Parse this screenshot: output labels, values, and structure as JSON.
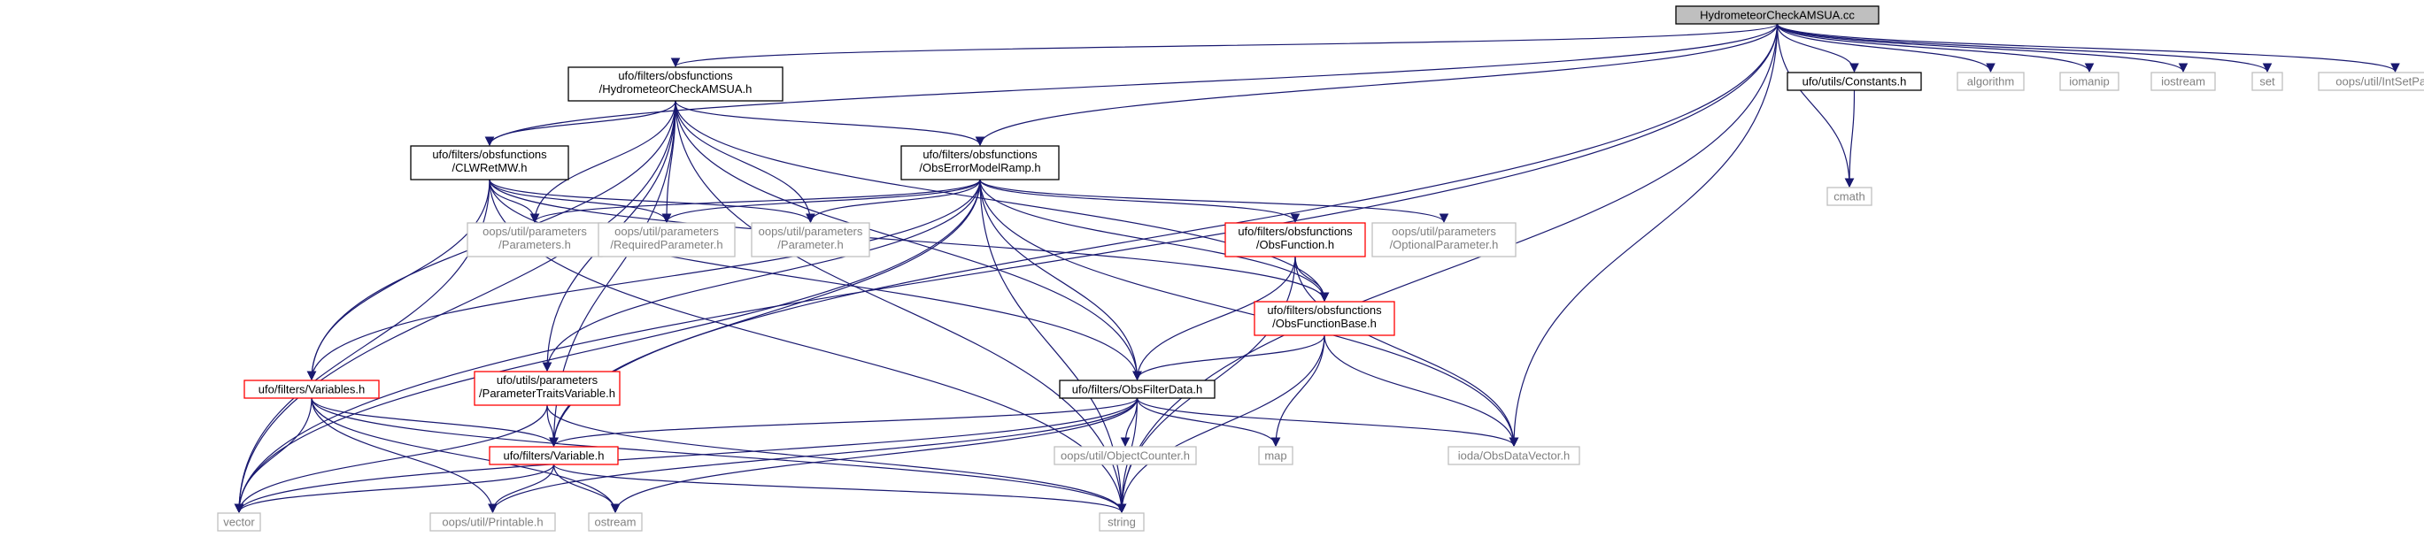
{
  "graph": {
    "nodes": [
      {
        "id": "root",
        "lines": [
          "HydrometeorCheckAMSUA.cc"
        ],
        "style": "root"
      },
      {
        "id": "hdr",
        "lines": [
          "ufo/filters/obsfunctions",
          "/HydrometeorCheckAMSUA.h"
        ],
        "style": "std"
      },
      {
        "id": "constants",
        "lines": [
          "ufo/utils/Constants.h"
        ],
        "style": "std"
      },
      {
        "id": "algorithm",
        "lines": [
          "algorithm"
        ],
        "style": "grey"
      },
      {
        "id": "iomanip",
        "lines": [
          "iomanip"
        ],
        "style": "grey"
      },
      {
        "id": "iostream",
        "lines": [
          "iostream"
        ],
        "style": "grey"
      },
      {
        "id": "set",
        "lines": [
          "set"
        ],
        "style": "grey"
      },
      {
        "id": "intsetparser",
        "lines": [
          "oops/util/IntSetParser.h"
        ],
        "style": "grey"
      },
      {
        "id": "clwretmw",
        "lines": [
          "ufo/filters/obsfunctions",
          "/CLWRetMW.h"
        ],
        "style": "std"
      },
      {
        "id": "obserrmodelramp",
        "lines": [
          "ufo/filters/obsfunctions",
          "/ObsErrorModelRamp.h"
        ],
        "style": "std"
      },
      {
        "id": "cmath",
        "lines": [
          "cmath"
        ],
        "style": "grey"
      },
      {
        "id": "parameters",
        "lines": [
          "oops/util/parameters",
          "/Parameters.h"
        ],
        "style": "grey"
      },
      {
        "id": "requiredparam",
        "lines": [
          "oops/util/parameters",
          "/RequiredParameter.h"
        ],
        "style": "grey"
      },
      {
        "id": "parameter",
        "lines": [
          "oops/util/parameters",
          "/Parameter.h"
        ],
        "style": "grey"
      },
      {
        "id": "obsfunction",
        "lines": [
          "ufo/filters/obsfunctions",
          "/ObsFunction.h"
        ],
        "style": "red"
      },
      {
        "id": "optionalparam",
        "lines": [
          "oops/util/parameters",
          "/OptionalParameter.h"
        ],
        "style": "grey"
      },
      {
        "id": "obsfunctionbase",
        "lines": [
          "ufo/filters/obsfunctions",
          "/ObsFunctionBase.h"
        ],
        "style": "red"
      },
      {
        "id": "variables",
        "lines": [
          "ufo/filters/Variables.h"
        ],
        "style": "red"
      },
      {
        "id": "paramtraitsvar",
        "lines": [
          "ufo/utils/parameters",
          "/ParameterTraitsVariable.h"
        ],
        "style": "red"
      },
      {
        "id": "obsfilterdata",
        "lines": [
          "ufo/filters/ObsFilterData.h"
        ],
        "style": "std"
      },
      {
        "id": "variable",
        "lines": [
          "ufo/filters/Variable.h"
        ],
        "style": "red"
      },
      {
        "id": "objectcounter",
        "lines": [
          "oops/util/ObjectCounter.h"
        ],
        "style": "grey"
      },
      {
        "id": "map",
        "lines": [
          "map"
        ],
        "style": "grey"
      },
      {
        "id": "obsdatavector",
        "lines": [
          "ioda/ObsDataVector.h"
        ],
        "style": "grey"
      },
      {
        "id": "vector",
        "lines": [
          "vector"
        ],
        "style": "grey"
      },
      {
        "id": "printable",
        "lines": [
          "oops/util/Printable.h"
        ],
        "style": "grey"
      },
      {
        "id": "ostream",
        "lines": [
          "ostream"
        ],
        "style": "grey"
      },
      {
        "id": "string",
        "lines": [
          "string"
        ],
        "style": "grey"
      }
    ],
    "edges": [
      [
        "root",
        "hdr"
      ],
      [
        "root",
        "constants"
      ],
      [
        "root",
        "algorithm"
      ],
      [
        "root",
        "iomanip"
      ],
      [
        "root",
        "iostream"
      ],
      [
        "root",
        "set"
      ],
      [
        "root",
        "intsetparser"
      ],
      [
        "root",
        "clwretmw"
      ],
      [
        "root",
        "obserrmodelramp"
      ],
      [
        "root",
        "cmath"
      ],
      [
        "root",
        "obsdatavector"
      ],
      [
        "root",
        "string"
      ],
      [
        "root",
        "vector"
      ],
      [
        "root",
        "variable"
      ],
      [
        "hdr",
        "clwretmw"
      ],
      [
        "hdr",
        "obserrmodelramp"
      ],
      [
        "hdr",
        "parameters"
      ],
      [
        "hdr",
        "requiredparam"
      ],
      [
        "hdr",
        "parameter"
      ],
      [
        "hdr",
        "obsfilterdata"
      ],
      [
        "hdr",
        "obsfunctionbase"
      ],
      [
        "hdr",
        "variables"
      ],
      [
        "hdr",
        "paramtraitsvar"
      ],
      [
        "hdr",
        "variable"
      ],
      [
        "hdr",
        "vector"
      ],
      [
        "hdr",
        "string"
      ],
      [
        "constants",
        "cmath"
      ],
      [
        "clwretmw",
        "parameters"
      ],
      [
        "clwretmw",
        "requiredparam"
      ],
      [
        "clwretmw",
        "parameter"
      ],
      [
        "clwretmw",
        "obsfunctionbase"
      ],
      [
        "clwretmw",
        "obsfilterdata"
      ],
      [
        "clwretmw",
        "variables"
      ],
      [
        "clwretmw",
        "vector"
      ],
      [
        "clwretmw",
        "string"
      ],
      [
        "obserrmodelramp",
        "parameters"
      ],
      [
        "obserrmodelramp",
        "requiredparam"
      ],
      [
        "obserrmodelramp",
        "parameter"
      ],
      [
        "obserrmodelramp",
        "obsfunction"
      ],
      [
        "obserrmodelramp",
        "optionalparam"
      ],
      [
        "obserrmodelramp",
        "obsfunctionbase"
      ],
      [
        "obserrmodelramp",
        "obsfilterdata"
      ],
      [
        "obserrmodelramp",
        "obsdatavector"
      ],
      [
        "obserrmodelramp",
        "variables"
      ],
      [
        "obserrmodelramp",
        "paramtraitsvar"
      ],
      [
        "obserrmodelramp",
        "variable"
      ],
      [
        "obserrmodelramp",
        "vector"
      ],
      [
        "obserrmodelramp",
        "string"
      ],
      [
        "obsfunction",
        "obsfunctionbase"
      ],
      [
        "obsfunction",
        "obsfilterdata"
      ],
      [
        "obsfunction",
        "obsdatavector"
      ],
      [
        "obsfunction",
        "string"
      ],
      [
        "obsfunctionbase",
        "obsfilterdata"
      ],
      [
        "obsfunctionbase",
        "map"
      ],
      [
        "obsfunctionbase",
        "obsdatavector"
      ],
      [
        "obsfunctionbase",
        "string"
      ],
      [
        "variables",
        "variable"
      ],
      [
        "variables",
        "vector"
      ],
      [
        "variables",
        "printable"
      ],
      [
        "variables",
        "ostream"
      ],
      [
        "variables",
        "string"
      ],
      [
        "paramtraitsvar",
        "variable"
      ],
      [
        "paramtraitsvar",
        "vector"
      ],
      [
        "paramtraitsvar",
        "string"
      ],
      [
        "obsfilterdata",
        "variable"
      ],
      [
        "obsfilterdata",
        "objectcounter"
      ],
      [
        "obsfilterdata",
        "map"
      ],
      [
        "obsfilterdata",
        "obsdatavector"
      ],
      [
        "obsfilterdata",
        "vector"
      ],
      [
        "obsfilterdata",
        "printable"
      ],
      [
        "obsfilterdata",
        "ostream"
      ],
      [
        "obsfilterdata",
        "string"
      ],
      [
        "variable",
        "vector"
      ],
      [
        "variable",
        "printable"
      ],
      [
        "variable",
        "ostream"
      ],
      [
        "variable",
        "string"
      ]
    ]
  }
}
